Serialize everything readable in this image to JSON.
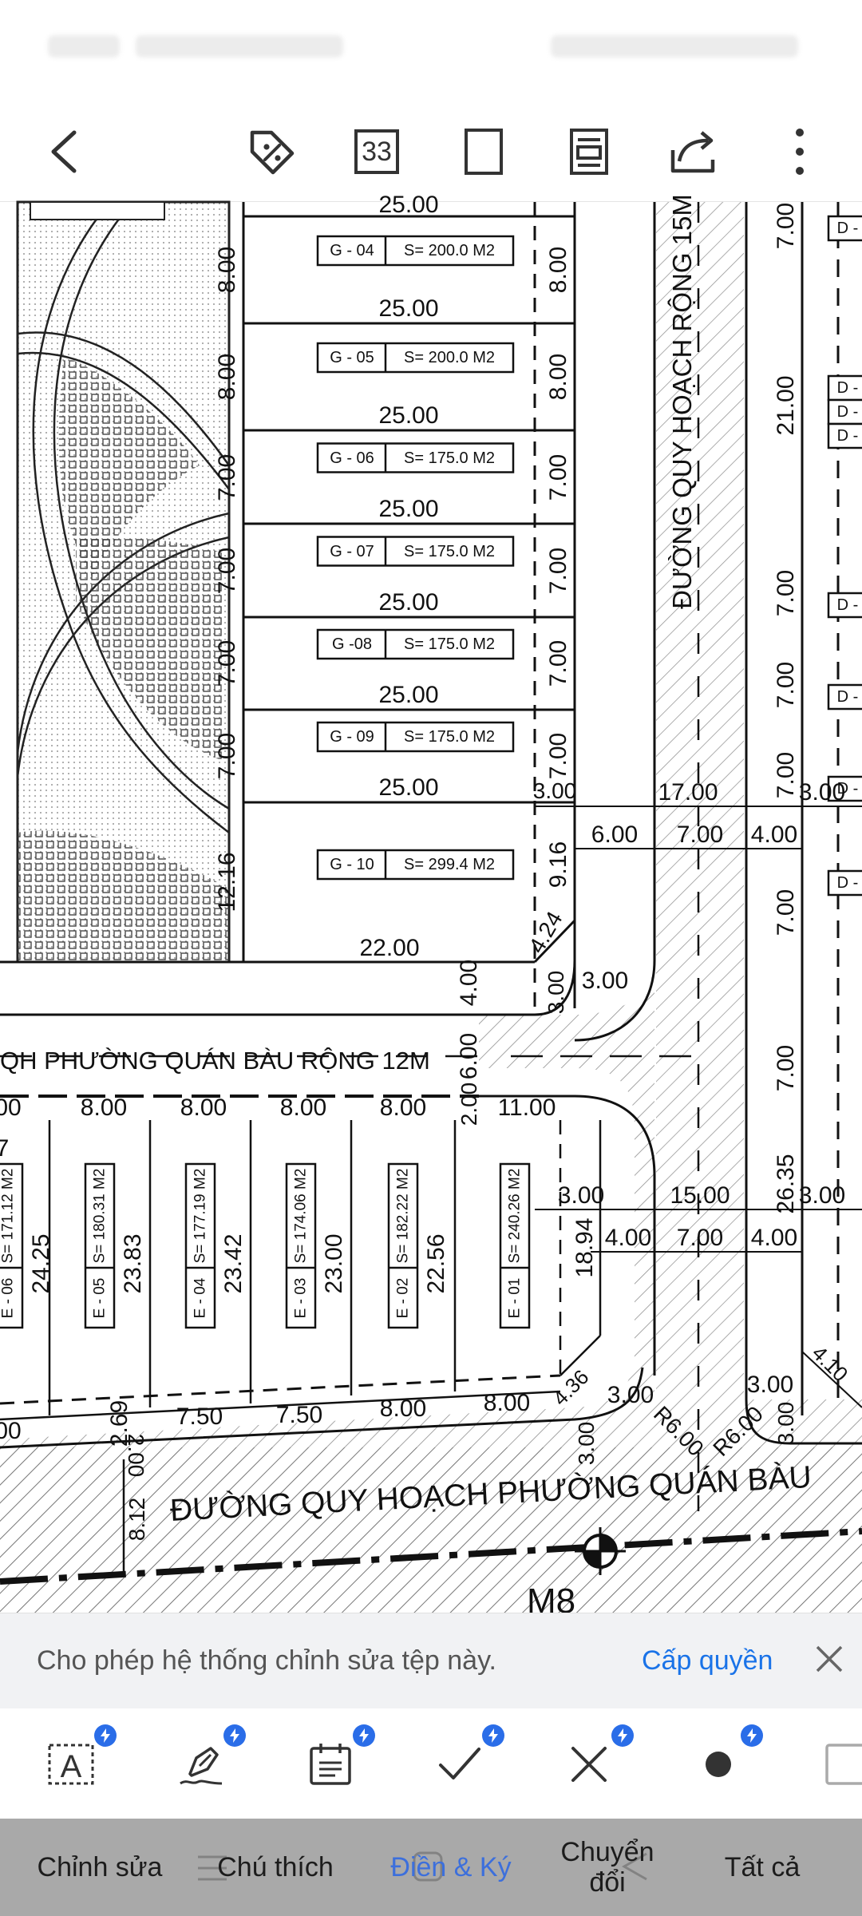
{
  "toolbar": {
    "page_count": "33",
    "icons": [
      "back-arrow-icon",
      "tag-percent-icon",
      "page-count-icon",
      "fullscreen-icon",
      "page-layout-icon",
      "share-icon",
      "more-vertical-icon"
    ]
  },
  "drawing": {
    "road_vertical_15m": "ĐƯỜNG QUY HOẠCH RỘNG 15M",
    "road_horizontal_12m": "QH PHƯỜNG QUÁN BÀU RỘNG 12M",
    "road_bottom": "ĐƯỜNG QUY HOẠCH PHƯỜNG QUÁN BÀU",
    "marker_m8": "M8",
    "lots_g": [
      {
        "id": "G - 04",
        "area": "S= 200.0 M2",
        "height": "8.00",
        "depth": "25.00"
      },
      {
        "id": "G - 05",
        "area": "S= 200.0 M2",
        "height": "8.00",
        "depth": "25.00"
      },
      {
        "id": "G - 06",
        "area": "S= 175.0 M2",
        "height": "7.00",
        "depth": "25.00"
      },
      {
        "id": "G - 07",
        "area": "S= 175.0 M2",
        "height": "7.00",
        "depth": "25.00"
      },
      {
        "id": "G -08",
        "area": "S= 175.0 M2",
        "height": "7.00",
        "depth": "25.00"
      },
      {
        "id": "G - 09",
        "area": "S= 175.0 M2",
        "height": "7.00",
        "depth": "25.00"
      },
      {
        "id": "G - 10",
        "area": "S= 299.4 M2",
        "height": "12.16",
        "depth": "22.00"
      }
    ],
    "g_top_depth": "25.00",
    "g_right_dims": [
      "8.00",
      "8.00",
      "7.00",
      "7.00",
      "7.00",
      "7.00",
      "9.16"
    ],
    "lots_e": [
      {
        "id": "E - 06",
        "area": "S= 171.12 M2",
        "depth": "24.25"
      },
      {
        "id": "E - 05",
        "area": "S= 180.31 M2",
        "depth": "23.83"
      },
      {
        "id": "E - 04",
        "area": "S= 177.19 M2",
        "depth": "23.42"
      },
      {
        "id": "E - 03",
        "area": "S= 174.06 M2",
        "depth": "23.00"
      },
      {
        "id": "E - 02",
        "area": "S= 182.22 M2",
        "depth": "22.56"
      },
      {
        "id": "E - 01",
        "area": "S= 240.26 M2",
        "depth": "18.94"
      }
    ],
    "e_top_widths": [
      "00",
      "8.00",
      "8.00",
      "8.00",
      "8.00",
      "11.00"
    ],
    "e_bottom_widths": [
      "00",
      "2.69",
      "7.50",
      "7.50",
      "8.00",
      "8.00"
    ],
    "right_column_dims": [
      "7.00",
      "21.00",
      "7.00",
      "7.00",
      "7.00",
      "7.00",
      "7.00",
      "26.35"
    ],
    "d_lots": [
      "D -",
      "D -",
      "D -",
      "D -",
      "D -",
      "D -",
      "D -",
      "D -"
    ],
    "misc_dims": {
      "left_edge": "7",
      "road12_a": "4.00",
      "road12_b": "6.00",
      "road12_c": "2.00",
      "chamfer_g": "4.24",
      "corner_g_top": "3.00",
      "corner_g_bottom": "3.00",
      "corner_g_right": "3.00",
      "road15_top_total": "17.00",
      "road15_top_left": "6.00",
      "road15_top_mid": "7.00",
      "road15_top_right": "4.00",
      "road15_d_side": "3.00",
      "road15_bottom_total": "15.00",
      "road15_bottom_left": "4.00",
      "road15_bottom_mid": "7.00",
      "road15_bottom_right": "4.00",
      "e_corner_top": "3.00",
      "e_right_side": "3.00",
      "chamfer_e": "4.36",
      "e_bottom_corner": "3.00",
      "e_bottom_vert": "3.00",
      "radius_left": "R6.00",
      "radius_right": "R6.00",
      "right_corner_top": "3.00",
      "right_corner_vert": "3.00",
      "chamfer_d": "4.10",
      "bottom_road_a": "2.00",
      "bottom_road_b": "8.12"
    }
  },
  "permission": {
    "message": "Cho phép hệ thống chỉnh sửa tệp này.",
    "action": "Cấp quyền"
  },
  "tools": [
    "text-box-icon",
    "pen-sign-icon",
    "calendar-date-icon",
    "check-mark-icon",
    "cross-mark-icon",
    "dot-icon",
    "rectangle-icon"
  ],
  "bottom_nav": {
    "edit": "Chỉnh sửa",
    "annotate": "Chú thích",
    "fill_sign": "Điền & Ký",
    "convert": "Chuyển đổi",
    "all": "Tất cả"
  }
}
